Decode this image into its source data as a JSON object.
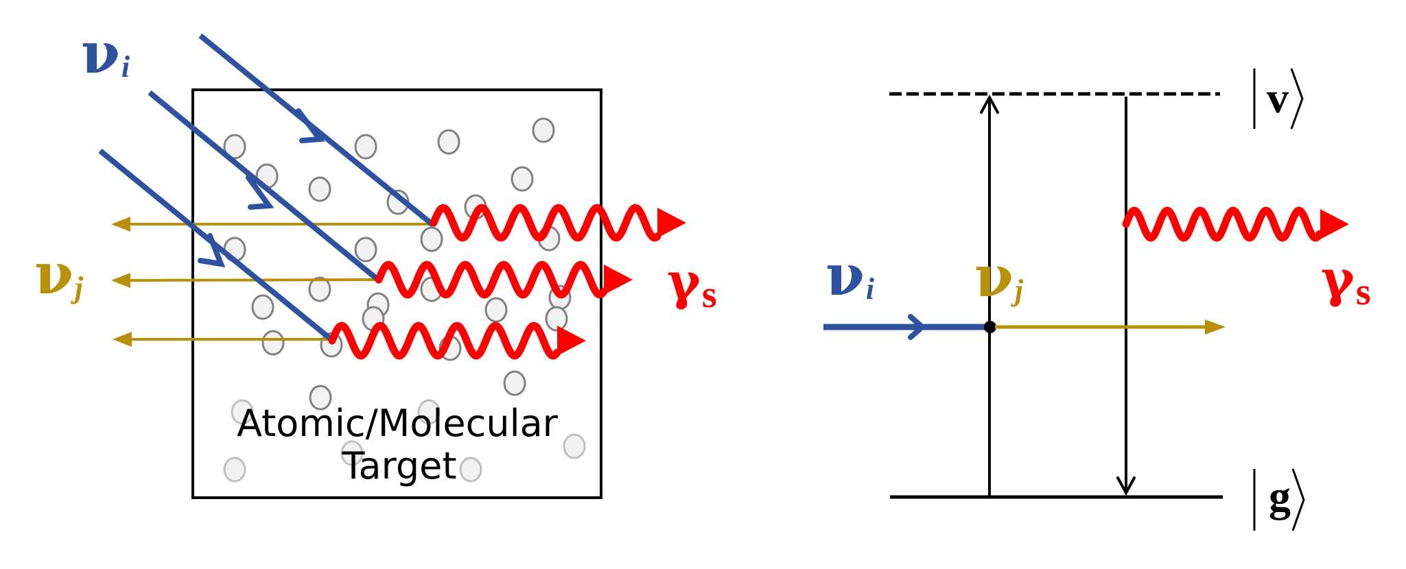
{
  "left_panel": {
    "incident_neutrino_label": {
      "main": "ν",
      "sub": "i"
    },
    "outgoing_neutrino_label": {
      "main": "ν",
      "sub": "j"
    },
    "photon_label": {
      "main": "γ",
      "sub": "s"
    },
    "target_label": {
      "line1": "Atomic/Molecular",
      "line2": "Target"
    }
  },
  "right_panel": {
    "incident_neutrino_label": {
      "main": "ν",
      "sub": "i"
    },
    "outgoing_neutrino_label": {
      "main": "ν",
      "sub": "j"
    },
    "photon_label": {
      "main": "γ",
      "sub": "s"
    },
    "upper_state_label": "v",
    "ground_state_label": "g"
  },
  "colors": {
    "neutrino_incident": "#2E52A0",
    "neutrino_outgoing": "#B8900A",
    "photon": "#FF0000",
    "atom_fill": "#F2F2F2",
    "atom_stroke": "#808080",
    "frame": "#000000"
  }
}
